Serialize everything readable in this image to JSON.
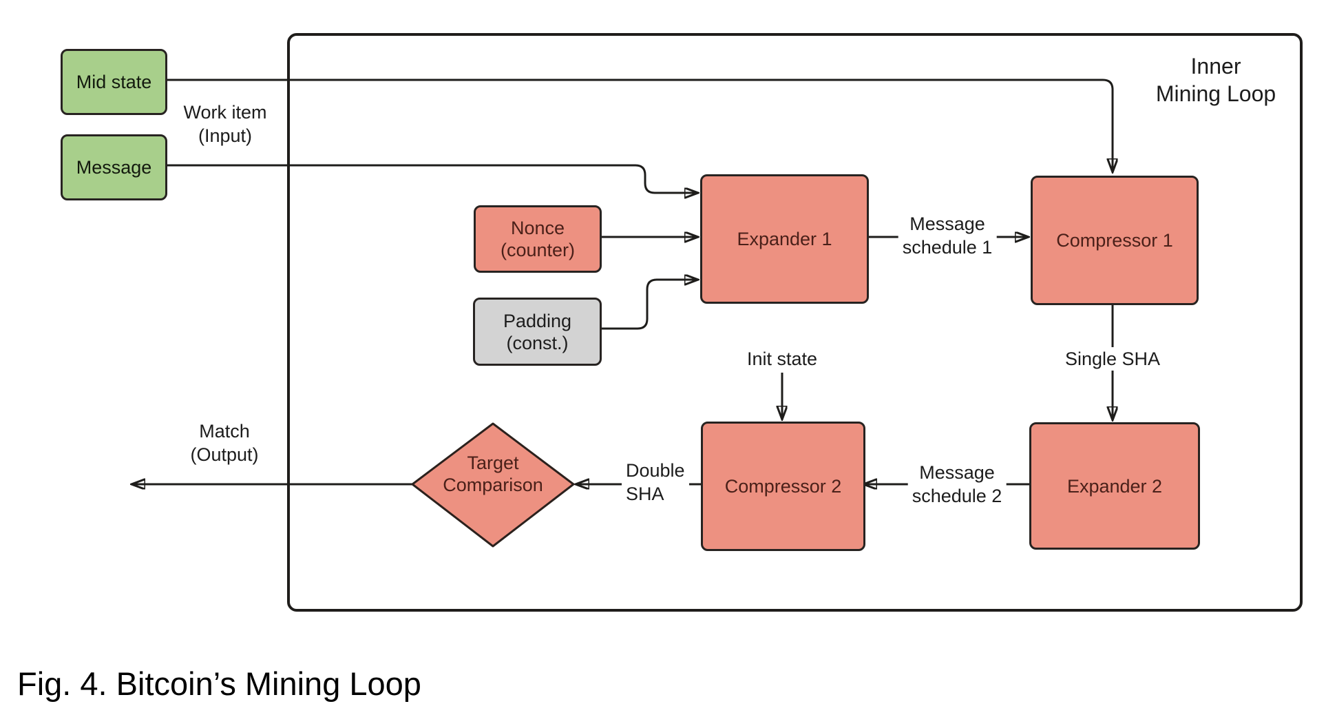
{
  "caption": "Fig. 4. Bitcoin’s Mining Loop",
  "loop_label": {
    "line1": "Inner",
    "line2": "Mining Loop"
  },
  "nodes": {
    "mid_state": {
      "label": "Mid state"
    },
    "message": {
      "label": "Message"
    },
    "nonce": {
      "line1": "Nonce",
      "line2": "(counter)"
    },
    "padding": {
      "line1": "Padding",
      "line2": "(const.)"
    },
    "expander1": {
      "label": "Expander 1"
    },
    "compressor1": {
      "label": "Compressor 1"
    },
    "compressor2": {
      "label": "Compressor 2"
    },
    "expander2": {
      "label": "Expander 2"
    },
    "target_comparison": {
      "line1": "Target",
      "line2": "Comparison"
    }
  },
  "labels": {
    "work_item": {
      "line1": "Work item",
      "line2": "(Input)"
    },
    "message_schedule_1": {
      "line1": "Message",
      "line2": "schedule 1"
    },
    "single_sha": "Single SHA",
    "init_state": "Init state",
    "message_schedule_2": {
      "line1": "Message",
      "line2": "schedule 2"
    },
    "double_sha": {
      "line1": "Double",
      "line2": "SHA"
    },
    "match_output": {
      "line1": "Match",
      "line2": "(Output)"
    }
  },
  "colors": {
    "process_fill": "#ed9181",
    "input_fill": "#a8cf8b",
    "constant_fill": "#d3d3d3",
    "line": "#1e1d1b"
  }
}
